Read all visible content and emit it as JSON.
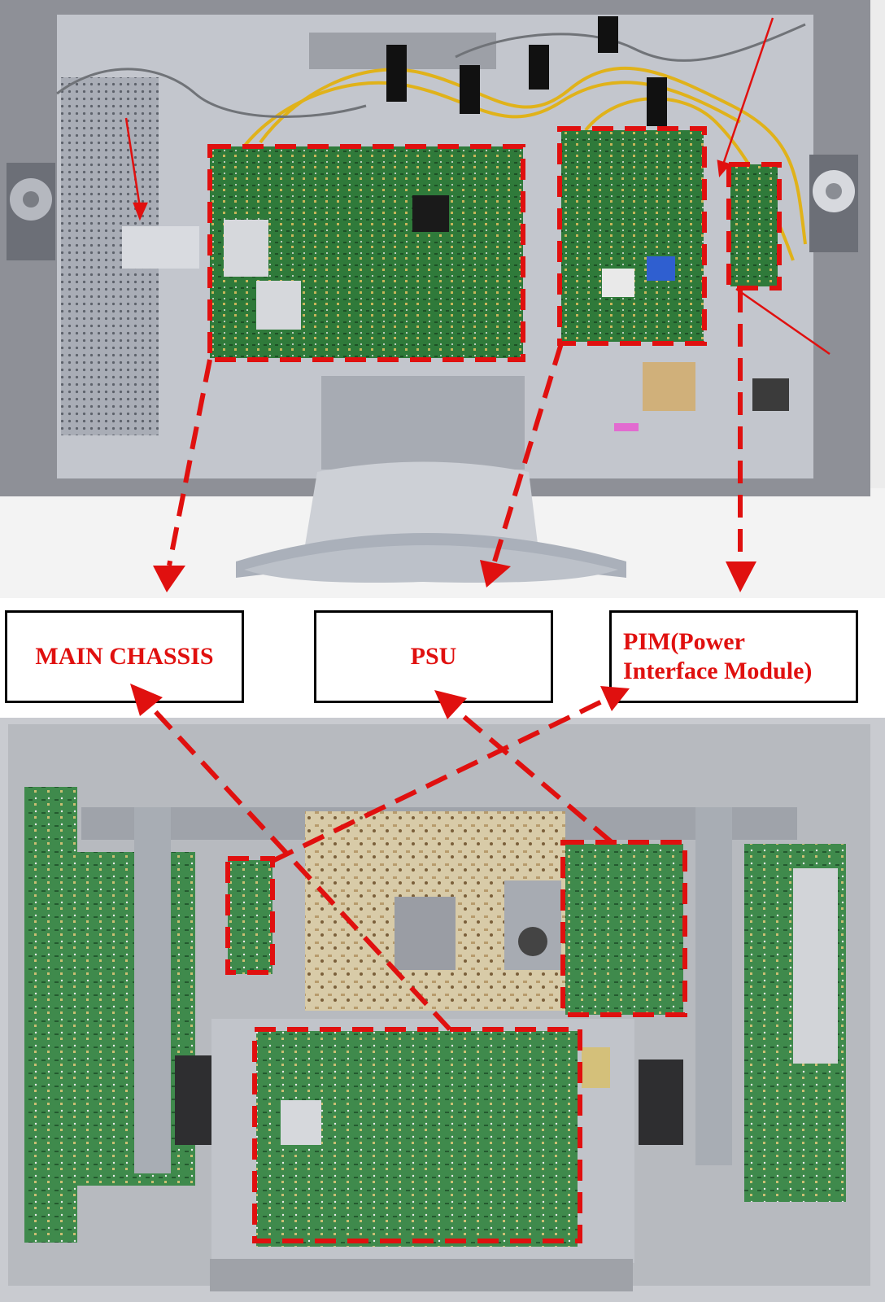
{
  "labels": {
    "main_chassis": "MAIN CHASSIS",
    "psu": "PSU",
    "pim": "PIM(Power\nInterface Module)"
  },
  "colors": {
    "highlight": "#e0100f",
    "box_border": "#000000",
    "box_background": "#ffffff"
  },
  "photos": {
    "top": "rear view of LCD TV with back cover removed, on silver stand",
    "bottom": "rear view of plasma TV with back cover removed"
  }
}
